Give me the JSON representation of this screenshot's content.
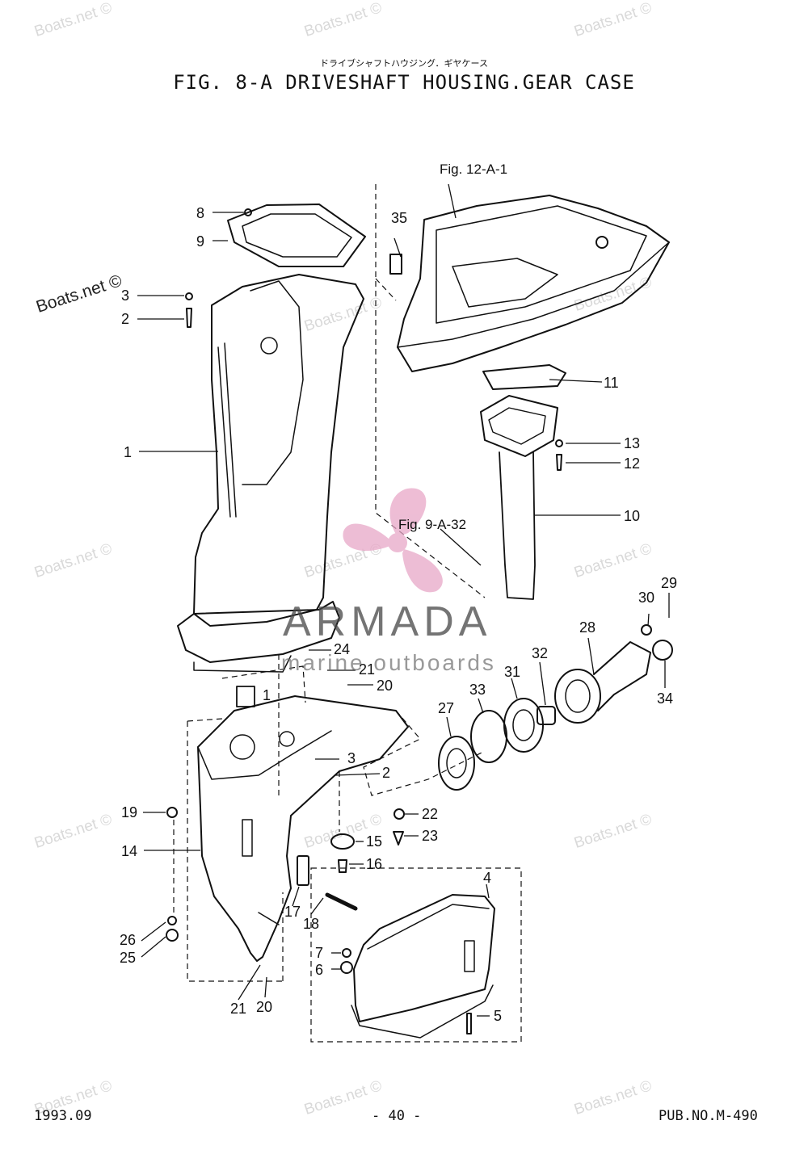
{
  "header": {
    "japanese_title": "ドライブシャフトハウジング．ギヤケース",
    "title": "FIG.  8-A DRIVESHAFT HOUSING.GEAR CASE"
  },
  "watermarks": {
    "site": "Boats.net ©",
    "logo_word": "ARMADA",
    "logo_sub": "marine outboards",
    "logo_color": "#e8a7c7"
  },
  "references": {
    "fig_12": "Fig. 12-A-1",
    "fig_9": "Fig. 9-A-32"
  },
  "parts": {
    "p1": "1",
    "p1b": "1",
    "p2": "2",
    "p2b": "2",
    "p3": "3",
    "p3b": "3",
    "p4": "4",
    "p5": "5",
    "p6": "6",
    "p7": "7",
    "p8": "8",
    "p9": "9",
    "p10": "10",
    "p11": "11",
    "p12": "12",
    "p13": "13",
    "p14": "14",
    "p15": "15",
    "p16": "16",
    "p17": "17",
    "p18": "18",
    "p19": "19",
    "p20": "20",
    "p20b": "20",
    "p21": "21",
    "p21b": "21",
    "p22": "22",
    "p23": "23",
    "p24": "24",
    "p25": "25",
    "p26": "26",
    "p27": "27",
    "p28": "28",
    "p29": "29",
    "p30": "30",
    "p31": "31",
    "p32": "32",
    "p33": "33",
    "p34": "34",
    "p35": "35"
  },
  "footer": {
    "date": "1993.09",
    "page": "- 40 -",
    "pub": "PUB.NO.M-490"
  }
}
